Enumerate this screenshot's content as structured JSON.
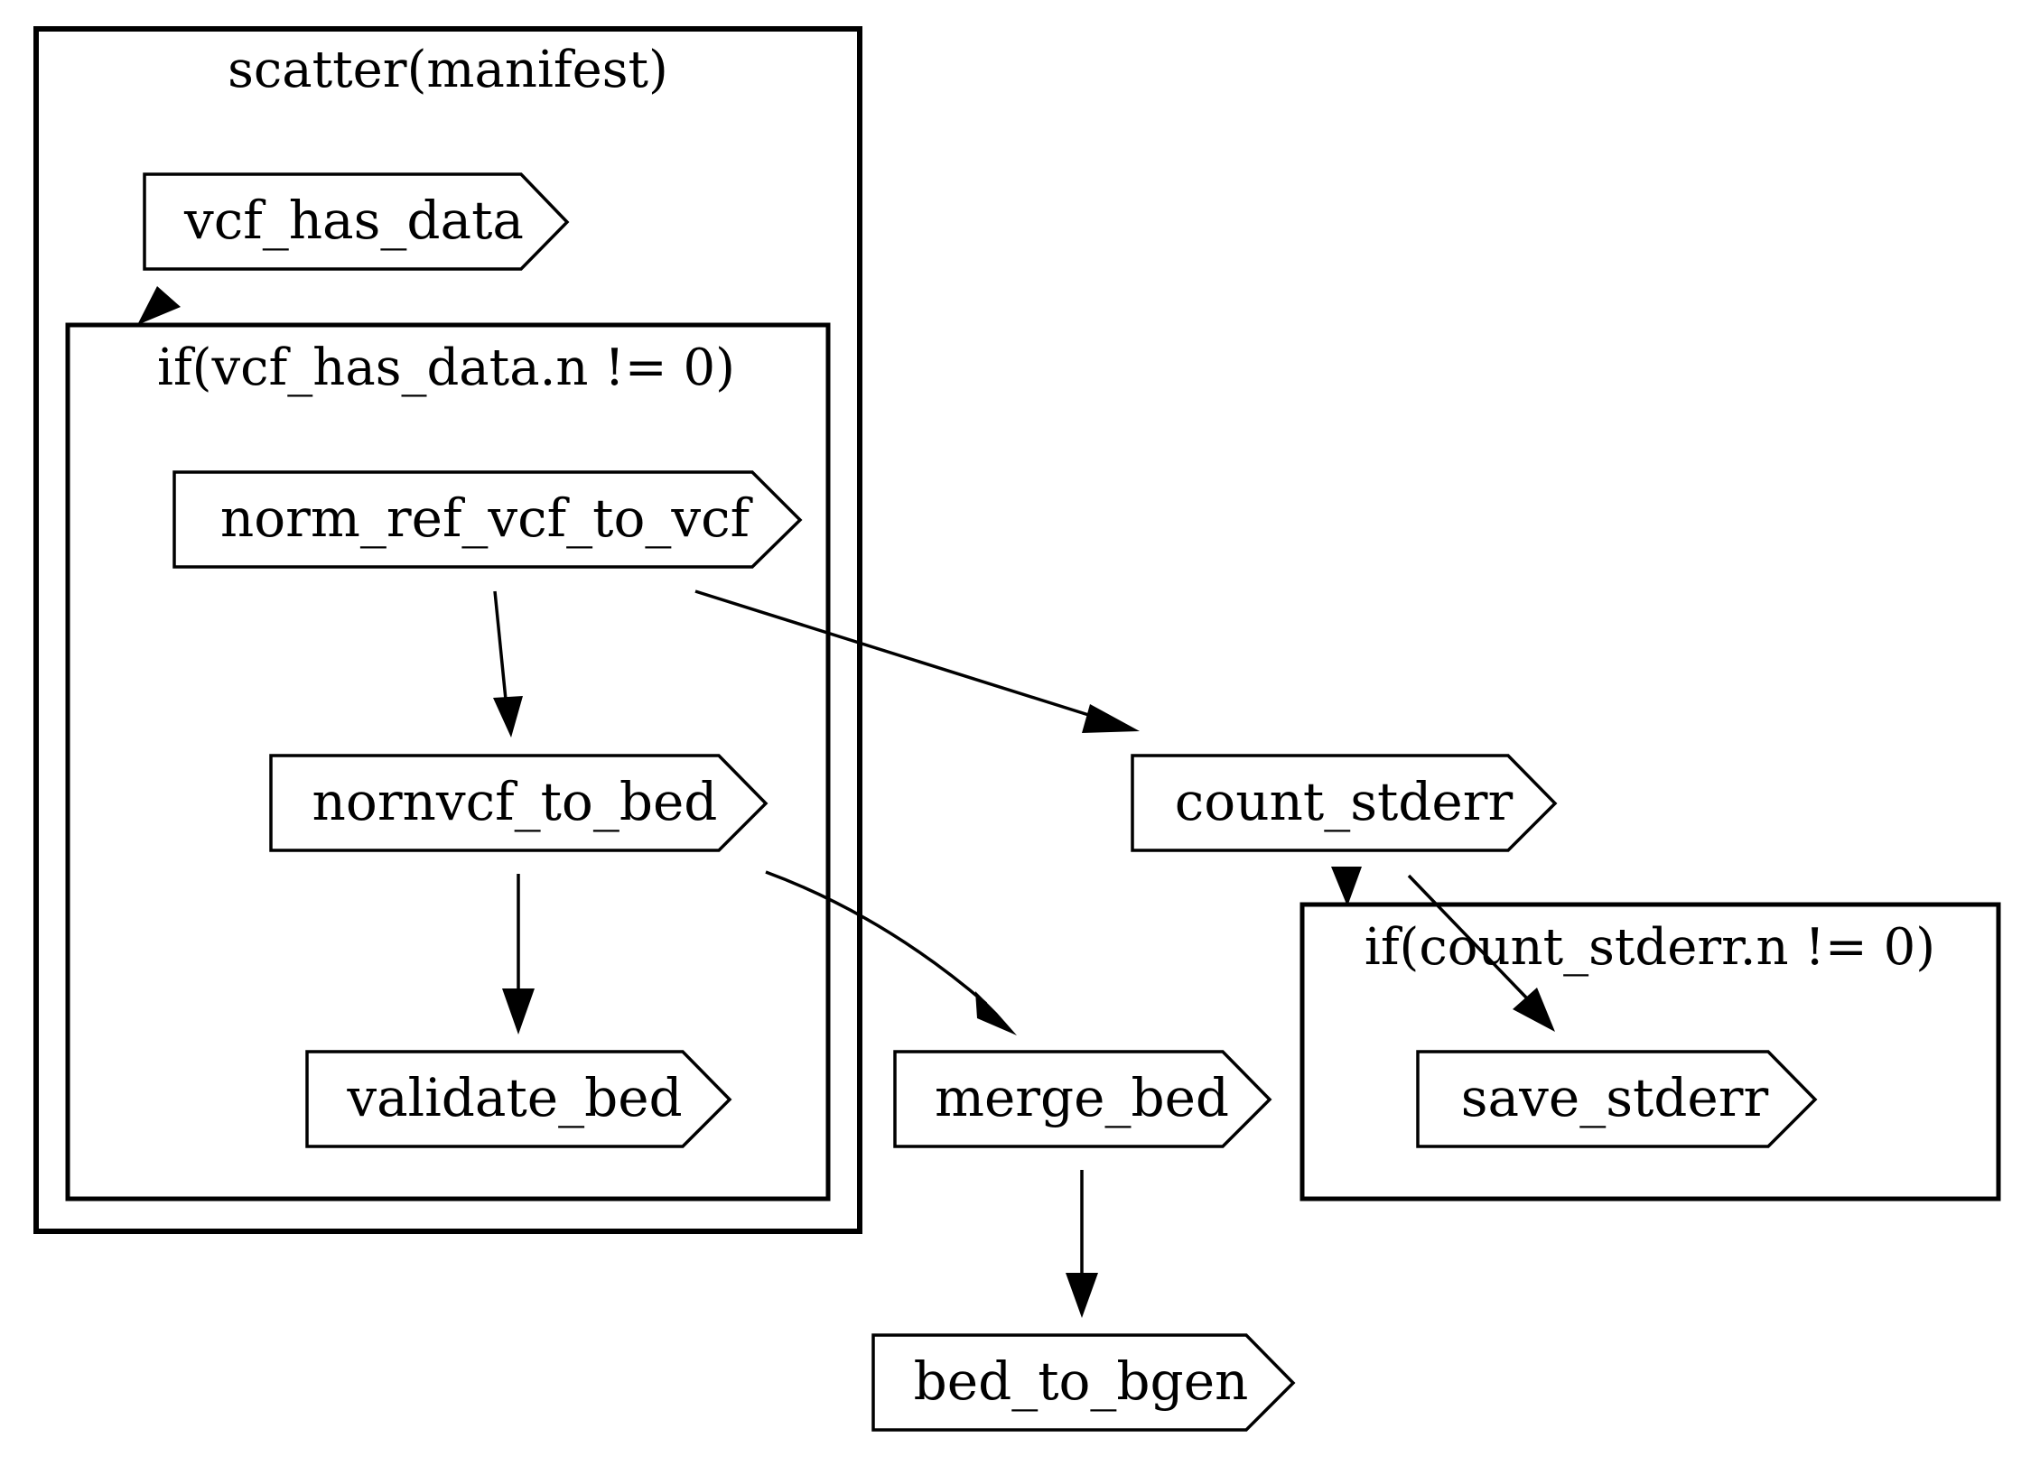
{
  "diagram": {
    "clusters": {
      "scatter": {
        "label": "scatter(manifest)"
      },
      "if_vcf": {
        "label": "if(vcf_has_data.n != 0)"
      },
      "if_count": {
        "label": "if(count_stderr.n != 0)"
      }
    },
    "nodes": {
      "vcf_has_data": {
        "label": "vcf_has_data"
      },
      "norm_ref_vcf_to_vcf": {
        "label": "norm_ref_vcf_to_vcf"
      },
      "nornvcf_to_bed": {
        "label": "nornvcf_to_bed"
      },
      "validate_bed": {
        "label": "validate_bed"
      },
      "count_stderr": {
        "label": "count_stderr"
      },
      "save_stderr": {
        "label": "save_stderr"
      },
      "merge_bed": {
        "label": "merge_bed"
      },
      "bed_to_bgen": {
        "label": "bed_to_bgen"
      }
    },
    "edges": [
      {
        "from": "vcf_has_data",
        "to": "if(vcf_has_data.n != 0)"
      },
      {
        "from": "norm_ref_vcf_to_vcf",
        "to": "nornvcf_to_bed"
      },
      {
        "from": "norm_ref_vcf_to_vcf",
        "to": "count_stderr"
      },
      {
        "from": "nornvcf_to_bed",
        "to": "validate_bed"
      },
      {
        "from": "nornvcf_to_bed",
        "to": "merge_bed"
      },
      {
        "from": "count_stderr",
        "to": "if(count_stderr.n != 0)"
      },
      {
        "from": "count_stderr",
        "to": "save_stderr"
      },
      {
        "from": "merge_bed",
        "to": "bed_to_bgen"
      }
    ],
    "colors": {
      "stroke": "#000000",
      "fill": "#ffffff"
    }
  }
}
